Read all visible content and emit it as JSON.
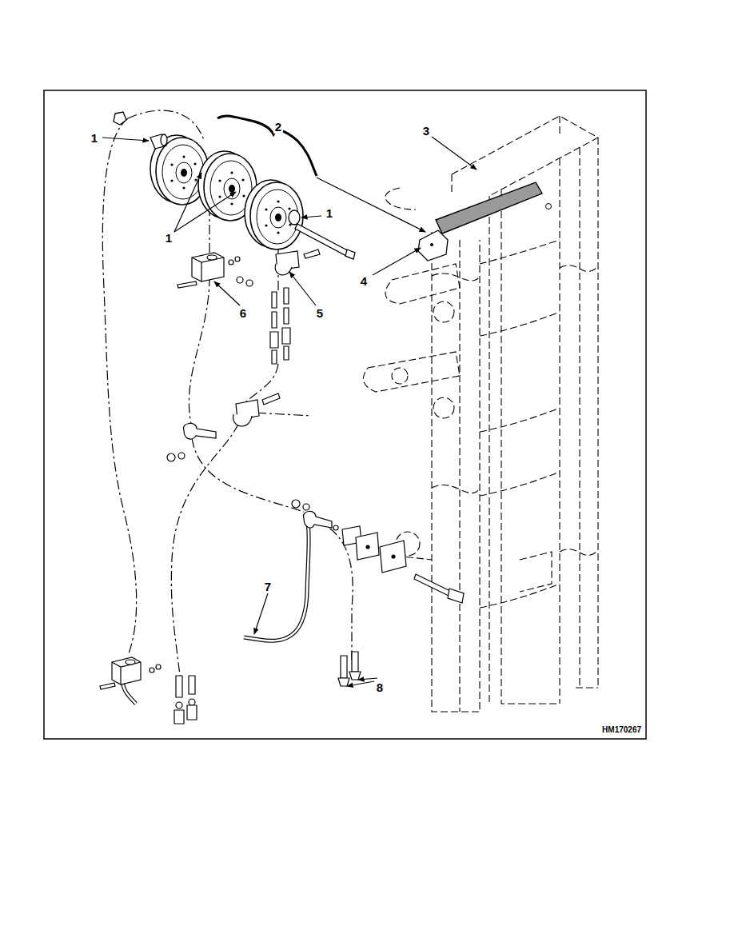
{
  "diagram": {
    "labels": [
      "1",
      "2",
      "3",
      "1",
      "1",
      "4",
      "6",
      "5",
      "7",
      "8",
      "HM170267"
    ]
  }
}
